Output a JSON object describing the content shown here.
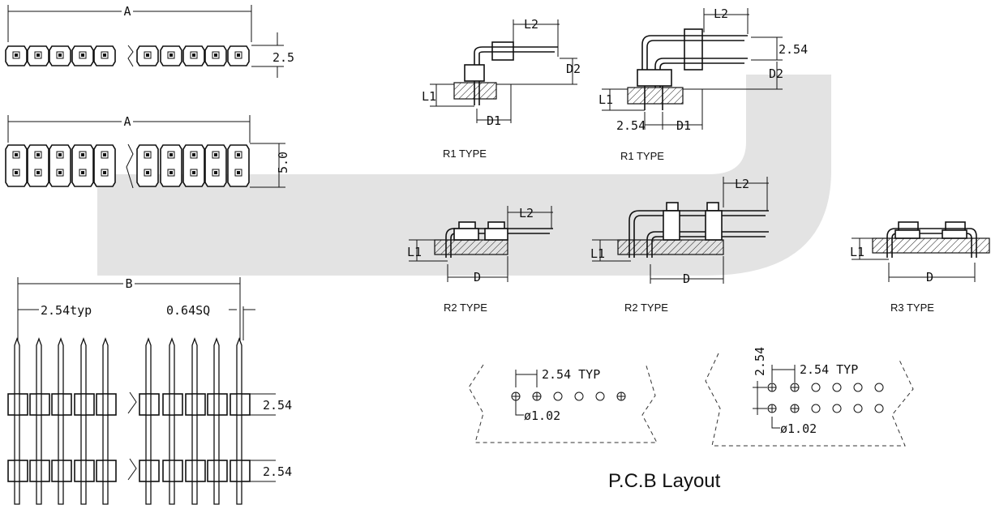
{
  "colors": {
    "ink": "#111111",
    "band": "#e3e3e3",
    "background": "#ffffff"
  },
  "top_views": {
    "single_row": {
      "dim_a": "A",
      "dim_height": "2.5"
    },
    "double_row": {
      "dim_a": "A",
      "dim_height": "5.0"
    }
  },
  "side_view": {
    "dim_b": "B",
    "pitch": "2.54typ",
    "pin_size": "0.64SQ",
    "spacing_top": "2.54",
    "spacing_bottom": "2.54"
  },
  "types": {
    "r1_single": {
      "caption": "R1  TYPE",
      "l1": "L1",
      "l2": "L2",
      "d1": "D1",
      "d2": "D2"
    },
    "r1_double": {
      "caption": "R1  TYPE",
      "l1": "L1",
      "l2": "L2",
      "d1": "D1",
      "d2": "D2",
      "pitch": "2.54",
      "pitch_bottom": "2.54"
    },
    "r2_single": {
      "caption": "R2  TYPE",
      "l1": "L1",
      "l2": "L2",
      "d": "D"
    },
    "r2_double": {
      "caption": "R2  TYPE",
      "l1": "L1",
      "l2": "L2",
      "d": "D"
    },
    "r3": {
      "caption": "R3  TYPE",
      "l1": "L1",
      "d": "D"
    }
  },
  "pcb": {
    "title": "P.C.B Layout",
    "single": {
      "pitch": "2.54  TYP",
      "hole": "ø1.02"
    },
    "double": {
      "pitch": "2.54  TYP",
      "row_pitch": "2.54",
      "hole": "ø1.02"
    }
  }
}
